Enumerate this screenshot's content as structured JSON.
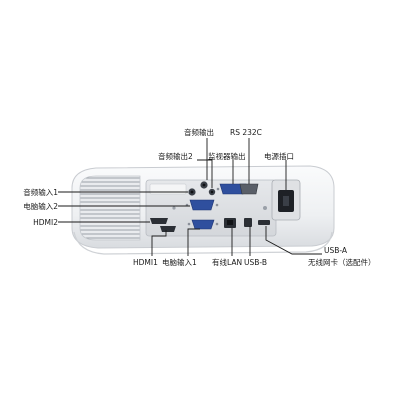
{
  "labels": {
    "audio_out": "音频输出",
    "rs232c": "RS 232C",
    "audio_out2": "音频输出2",
    "monitor_out": "监视器输出",
    "power_socket": "电源插口",
    "audio_in1": "音频输入1",
    "computer_in2": "电脑输入2",
    "hdmi2": "HDMI2",
    "hdmi1": "HDMI1",
    "computer_in1": "电脑输入1",
    "wired_lan": "有线LAN",
    "usb_b": "USB-B",
    "usb_a": "USB-A",
    "wireless_card": "无线网卡（选配件）"
  },
  "colors": {
    "body": "#f2f3f5",
    "body_edge": "#c9ccd1",
    "panel": "#e3e5e8",
    "port_dark": "#3a3f47",
    "vga_blue": "#2f4f9e",
    "leader": "#1a1a1a"
  }
}
